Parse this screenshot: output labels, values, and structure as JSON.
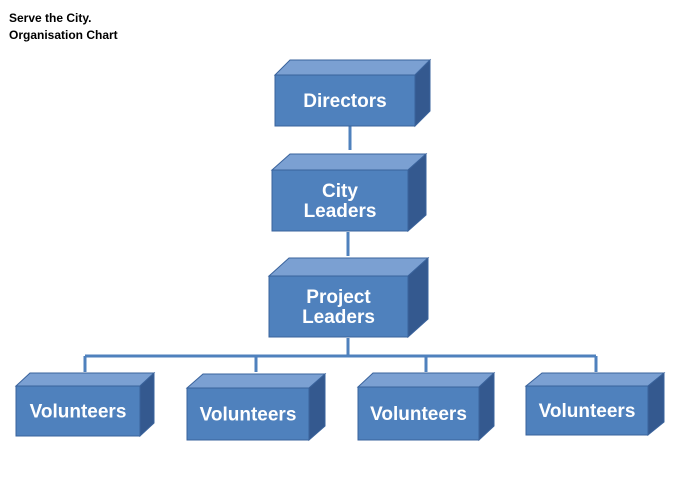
{
  "header": {
    "line1": "Serve the City.",
    "line2": "Organisation Chart"
  },
  "nodes": {
    "directors": [
      "Directors"
    ],
    "city_leaders": [
      "City",
      "Leaders"
    ],
    "project_leaders": [
      "Project",
      "Leaders"
    ],
    "volunteers_1": [
      "Volunteers"
    ],
    "volunteers_2": [
      "Volunteers"
    ],
    "volunteers_3": [
      "Volunteers"
    ],
    "volunteers_4": [
      "Volunteers"
    ]
  },
  "colors": {
    "front": "#4f81bd",
    "top": "#7ba0d2",
    "side": "#34598f",
    "border": "#3a639c",
    "connector": "#4f81bd"
  }
}
